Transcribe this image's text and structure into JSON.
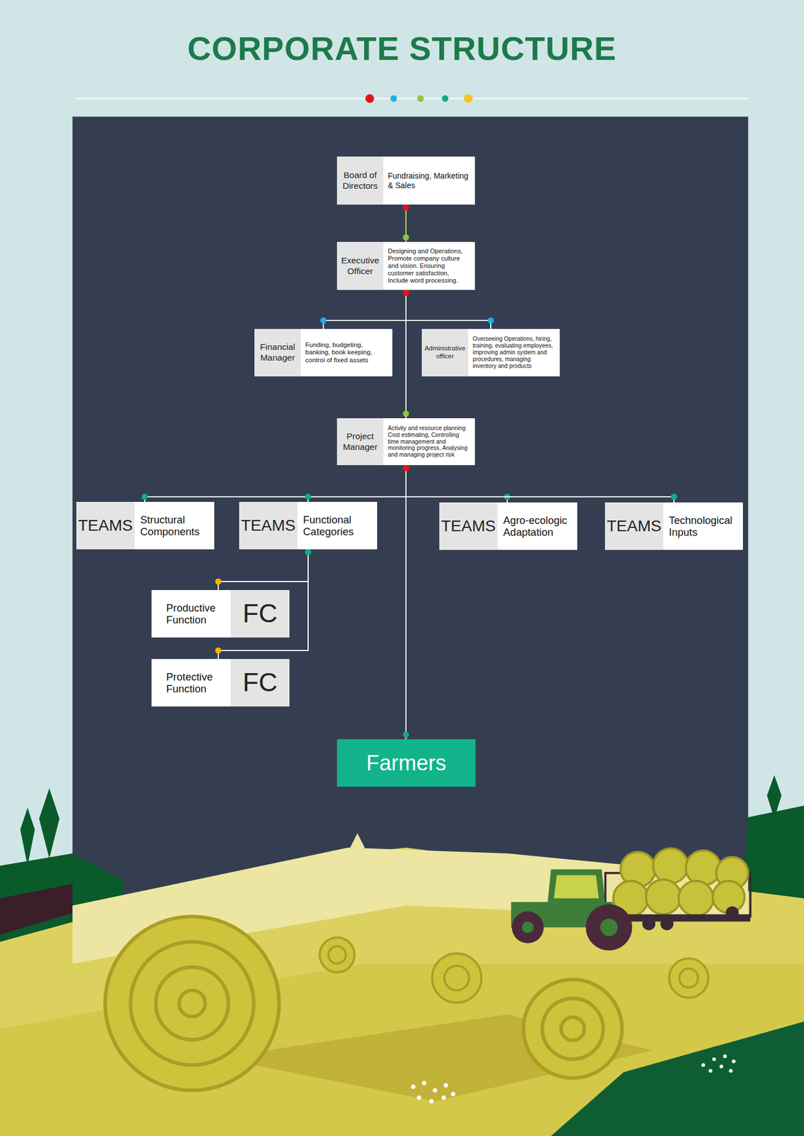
{
  "diagram": {
    "title": "CORPORATE STRUCTURE",
    "nodes": [
      {
        "text": [
          "Board of Directors",
          "Fundraising, Marketing & Sales"
        ]
      },
      {
        "text": [
          "Executive Officer",
          "Designing and Operations, Promote company culture and vision. Ensuring customer satisfaction, Include word processing."
        ]
      },
      {
        "text": [
          "Financial Manager",
          "Funding, budgeting, banking, book keeping, control of fixed assets"
        ]
      },
      {
        "text": [
          "Administrative officer",
          "Overseeing Operations, hiring, training, evaluating employees, improving admin system and procedures, managing inventory and products"
        ]
      },
      {
        "text": [
          "Project Manager",
          "Activity and resource planning Cost estimating, Controlling time management and monitoring progress, Analysing and managing project risk"
        ]
      },
      {
        "text": [
          "TEAMS",
          "Structural Components"
        ]
      },
      {
        "text": [
          "TEAMS",
          "Functional Categories"
        ]
      },
      {
        "text": [
          "TEAMS",
          "Agro-ecologic Adaptation"
        ]
      },
      {
        "text": [
          "TEAMS",
          "Technological Inputs"
        ]
      },
      {
        "text": [
          "Productive Function",
          "FC"
        ]
      },
      {
        "text": [
          "Protective Function",
          "FC"
        ]
      },
      {
        "text": [
          "Farmers"
        ]
      }
    ],
    "edges": [
      {
        "from": 0,
        "to": 1,
        "arrow": "none"
      },
      {
        "from": 1,
        "to": 2,
        "arrow": "none"
      },
      {
        "from": 1,
        "to": 3,
        "arrow": "none"
      },
      {
        "from": 1,
        "to": 4,
        "arrow": "none"
      },
      {
        "from": 4,
        "to": 5,
        "arrow": "none"
      },
      {
        "from": 4,
        "to": 6,
        "arrow": "none"
      },
      {
        "from": 4,
        "to": 7,
        "arrow": "none"
      },
      {
        "from": 4,
        "to": 8,
        "arrow": "none"
      },
      {
        "from": 6,
        "to": 9,
        "arrow": "none"
      },
      {
        "from": 6,
        "to": 10,
        "arrow": "none"
      },
      {
        "from": 4,
        "to": 11,
        "arrow": "none"
      }
    ]
  }
}
